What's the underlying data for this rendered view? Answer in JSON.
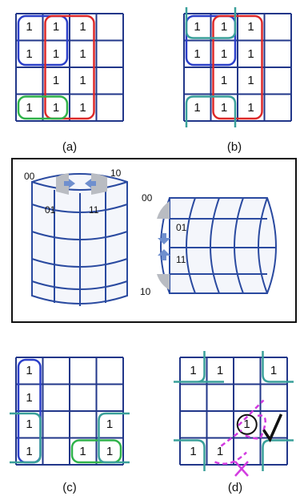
{
  "panels": [
    {
      "id": "a",
      "label": "(a)",
      "cells": [
        [
          1,
          1,
          1,
          0
        ],
        [
          1,
          1,
          1,
          0
        ],
        [
          0,
          1,
          1,
          0
        ],
        [
          1,
          1,
          1,
          0
        ]
      ],
      "groups": [
        {
          "color": "#2b3fc9",
          "kind": "rect",
          "rows": [
            0,
            1
          ],
          "cols": [
            0,
            1
          ]
        },
        {
          "color": "#dd2a2a",
          "kind": "rect",
          "rows": [
            0,
            3
          ],
          "cols": [
            1,
            2
          ]
        },
        {
          "color": "#2fb24a",
          "kind": "rect",
          "rows": [
            3,
            3
          ],
          "cols": [
            0,
            1
          ]
        }
      ]
    },
    {
      "id": "b",
      "label": "(b)",
      "cells": [
        [
          1,
          1,
          1,
          0
        ],
        [
          1,
          1,
          1,
          0
        ],
        [
          0,
          1,
          1,
          0
        ],
        [
          1,
          1,
          1,
          0
        ]
      ],
      "groups": [
        {
          "color": "#2b3fc9",
          "kind": "rect",
          "rows": [
            0,
            1
          ],
          "cols": [
            0,
            1
          ]
        },
        {
          "color": "#dd2a2a",
          "kind": "rect",
          "rows": [
            0,
            3
          ],
          "cols": [
            1,
            2
          ]
        },
        {
          "color": "#3aa09a",
          "kind": "wrap-v",
          "rows": [
            0,
            3
          ],
          "cols": [
            0,
            1
          ]
        }
      ]
    },
    {
      "id": "c",
      "label": "(c)",
      "cells": [
        [
          1,
          0,
          0,
          0
        ],
        [
          1,
          0,
          0,
          0
        ],
        [
          1,
          0,
          0,
          1
        ],
        [
          1,
          0,
          1,
          1
        ]
      ],
      "groups": [
        {
          "color": "#2b3fc9",
          "kind": "rect",
          "rows": [
            0,
            3
          ],
          "cols": [
            0,
            0
          ]
        },
        {
          "color": "#2fb24a",
          "kind": "rect",
          "rows": [
            3,
            3
          ],
          "cols": [
            2,
            3
          ]
        },
        {
          "color": "#3aa09a",
          "kind": "wrap-h",
          "rows": [
            2,
            3
          ],
          "cols": [
            3,
            0
          ]
        }
      ]
    },
    {
      "id": "d",
      "label": "(d)",
      "cells": [
        [
          1,
          1,
          0,
          1
        ],
        [
          0,
          0,
          0,
          0
        ],
        [
          0,
          0,
          1,
          0
        ],
        [
          1,
          1,
          0,
          0
        ]
      ],
      "groups": [
        {
          "color": "#3aa09a",
          "kind": "corners",
          "rows": [
            0,
            3
          ],
          "cols": [
            0,
            3
          ]
        }
      ]
    }
  ],
  "cylinder_labels": {
    "vertical": {
      "top_left": "00",
      "top_right": "10",
      "front_left": "01",
      "front_right": "11"
    },
    "horizontal": {
      "top": "00",
      "mid1": "01",
      "mid2": "11",
      "bottom": "10"
    }
  },
  "colors": {
    "grid": "#22378a",
    "cylinder": "#2a4aa0",
    "arrow": "#6f8fce",
    "magenta": "#d23be0",
    "check": "#111111"
  }
}
